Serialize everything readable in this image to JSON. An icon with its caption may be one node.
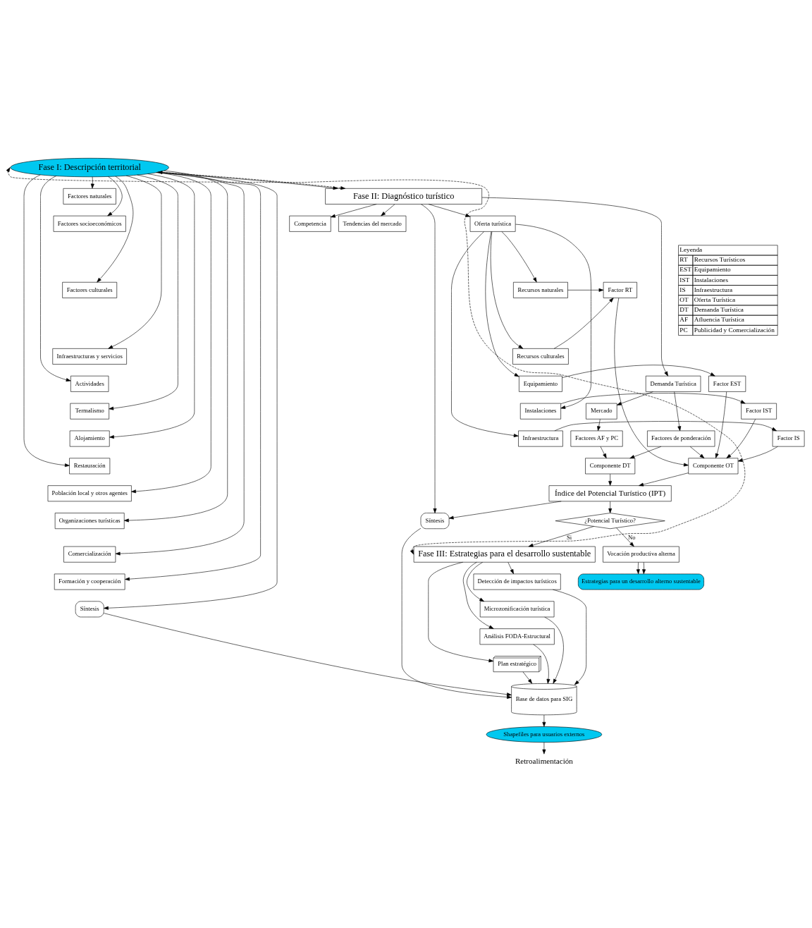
{
  "diagram": {
    "nodes": [
      {
        "text": [
          "Fase I: Descripción territorial"
        ]
      },
      {
        "text": [
          "Factores naturales"
        ]
      },
      {
        "text": [
          "Factores socioeconómicos"
        ]
      },
      {
        "text": [
          "Factores culturales"
        ]
      },
      {
        "text": [
          "Infraestructuras y servicios"
        ]
      },
      {
        "text": [
          "Actividades"
        ]
      },
      {
        "text": [
          "Termalismo"
        ]
      },
      {
        "text": [
          "Alojamiento"
        ]
      },
      {
        "text": [
          "Restauración"
        ]
      },
      {
        "text": [
          "Población local y otros agentes"
        ]
      },
      {
        "text": [
          "Organizaciones turísticas"
        ]
      },
      {
        "text": [
          "Comercialización"
        ]
      },
      {
        "text": [
          "Formación y cooperación"
        ]
      },
      {
        "text": [
          "Síntesis"
        ]
      },
      {
        "text": [
          "Fase II: Diagnóstico turístico"
        ]
      },
      {
        "text": [
          "Oferta turística"
        ]
      },
      {
        "text": [
          "Recursos naturales"
        ]
      },
      {
        "text": [
          "Recursos culturales"
        ]
      },
      {
        "text": [
          "Equipamiento"
        ]
      },
      {
        "text": [
          "Instalaciones"
        ]
      },
      {
        "text": [
          "Infraestructura"
        ]
      },
      {
        "text": [
          "Factor RT"
        ]
      },
      {
        "text": [
          "Factor EST"
        ]
      },
      {
        "text": [
          "Factor IST"
        ]
      },
      {
        "text": [
          "Factor IS"
        ]
      },
      {
        "text": [
          "Componente OT"
        ]
      },
      {
        "text": [
          "Demanda Turística"
        ]
      },
      {
        "text": [
          "Factores de ponderación"
        ]
      },
      {
        "text": [
          "Mercado"
        ]
      },
      {
        "text": [
          "Factores AF y PC"
        ]
      },
      {
        "text": [
          "Componente DT"
        ]
      },
      {
        "text": [
          "Competencia"
        ]
      },
      {
        "text": [
          "Tendencias del mercado"
        ]
      },
      {
        "text": [
          "Índice del Potencial Turístico (IPT)"
        ]
      },
      {
        "text": [
          "Síntesis"
        ]
      },
      {
        "text": [
          "¿Potencial Turístico?"
        ]
      },
      {
        "text": [
          "Fase III: Estrategias para el desarrollo sustentable"
        ]
      },
      {
        "text": [
          "Detección de impactos turísticos"
        ]
      },
      {
        "text": [
          "Microzonificación turística"
        ]
      },
      {
        "text": [
          "Análisis FODA-Estructural"
        ]
      },
      {
        "text": [
          "Plan estratégico"
        ]
      },
      {
        "text": [
          "Base de datos para SIG"
        ]
      },
      {
        "text": [
          "Shapefiles para usuarios externos"
        ]
      },
      {
        "text": [
          "Retroalimentación"
        ]
      },
      {
        "text": [
          "Vocación productiva alterna"
        ]
      },
      {
        "text": [
          "Estrategias para un desarrollo alterno sustentable"
        ]
      }
    ],
    "edges": [
      {
        "from": 0,
        "to": 14,
        "arrow": "to"
      },
      {
        "from": 14,
        "to": 0,
        "arrow": "both",
        "style": "dashed"
      },
      {
        "from": 36,
        "to": 0,
        "arrow": "both",
        "style": "dashed"
      },
      {
        "from": 0,
        "to": 1,
        "arrow": "to"
      },
      {
        "from": 0,
        "to": 2,
        "arrow": "to"
      },
      {
        "from": 0,
        "to": 3,
        "arrow": "to"
      },
      {
        "from": 0,
        "to": 4,
        "arrow": "to"
      },
      {
        "from": 0,
        "to": 5,
        "arrow": "to"
      },
      {
        "from": 0,
        "to": 6,
        "arrow": "to"
      },
      {
        "from": 0,
        "to": 7,
        "arrow": "to"
      },
      {
        "from": 0,
        "to": 8,
        "arrow": "to"
      },
      {
        "from": 0,
        "to": 9,
        "arrow": "to"
      },
      {
        "from": 0,
        "to": 10,
        "arrow": "to"
      },
      {
        "from": 0,
        "to": 11,
        "arrow": "to"
      },
      {
        "from": 0,
        "to": 12,
        "arrow": "to"
      },
      {
        "from": 0,
        "to": 13,
        "arrow": "to"
      },
      {
        "from": 14,
        "to": 15,
        "arrow": "to"
      },
      {
        "from": 14,
        "to": 26,
        "arrow": "to"
      },
      {
        "from": 14,
        "to": 31,
        "arrow": "to"
      },
      {
        "from": 14,
        "to": 32,
        "arrow": "to"
      },
      {
        "from": 14,
        "to": 34,
        "arrow": "to"
      },
      {
        "from": 15,
        "to": 16,
        "arrow": "to"
      },
      {
        "from": 15,
        "to": 17,
        "arrow": "to"
      },
      {
        "from": 15,
        "to": 18,
        "arrow": "to"
      },
      {
        "from": 15,
        "to": 19,
        "arrow": "to"
      },
      {
        "from": 15,
        "to": 20,
        "arrow": "to"
      },
      {
        "from": 16,
        "to": 21,
        "arrow": "to"
      },
      {
        "from": 17,
        "to": 21,
        "arrow": "to"
      },
      {
        "from": 18,
        "to": 22,
        "arrow": "to"
      },
      {
        "from": 19,
        "to": 23,
        "arrow": "to"
      },
      {
        "from": 20,
        "to": 24,
        "arrow": "to"
      },
      {
        "from": 21,
        "to": 25,
        "arrow": "to"
      },
      {
        "from": 22,
        "to": 25,
        "arrow": "to"
      },
      {
        "from": 23,
        "to": 25,
        "arrow": "to"
      },
      {
        "from": 24,
        "to": 25,
        "arrow": "to"
      },
      {
        "from": 26,
        "to": 27,
        "arrow": "to"
      },
      {
        "from": 27,
        "to": 25,
        "arrow": "to"
      },
      {
        "from": 26,
        "to": 28,
        "arrow": "to"
      },
      {
        "from": 28,
        "to": 29,
        "arrow": "to"
      },
      {
        "from": 29,
        "to": 30,
        "arrow": "to"
      },
      {
        "from": 27,
        "to": 30,
        "arrow": "to"
      },
      {
        "from": 25,
        "to": 33,
        "arrow": "to"
      },
      {
        "from": 30,
        "to": 33,
        "arrow": "to"
      },
      {
        "from": 33,
        "to": 34,
        "arrow": "to"
      },
      {
        "from": 33,
        "to": 35,
        "arrow": "to"
      },
      {
        "from": 13,
        "to": 41,
        "arrow": "to"
      },
      {
        "from": 34,
        "to": 41,
        "arrow": "to"
      },
      {
        "from": 35,
        "to": 36,
        "label": "Si",
        "arrow": "to"
      },
      {
        "from": 35,
        "to": 44,
        "label": "No",
        "arrow": "to"
      },
      {
        "from": 36,
        "to": 37,
        "arrow": "to"
      },
      {
        "from": 36,
        "to": 38,
        "arrow": "to"
      },
      {
        "from": 36,
        "to": 39,
        "arrow": "to"
      },
      {
        "from": 36,
        "to": 40,
        "arrow": "to"
      },
      {
        "from": 37,
        "to": 41,
        "arrow": "to"
      },
      {
        "from": 38,
        "to": 41,
        "arrow": "to"
      },
      {
        "from": 39,
        "to": 41,
        "arrow": "to"
      },
      {
        "from": 40,
        "to": 41,
        "arrow": "to"
      },
      {
        "from": 41,
        "to": 42,
        "arrow": "to"
      },
      {
        "from": 42,
        "to": 43,
        "arrow": "to"
      },
      {
        "from": 44,
        "to": 45,
        "arrow": "to"
      },
      {
        "from": 44,
        "to": 45,
        "arrow": "to"
      }
    ],
    "labels": [
      "Leyenda",
      "RT",
      "Recursos Turísticos",
      "EST",
      "Equipamiento",
      "IST",
      "Instalaciones",
      "IS",
      "Infraestructura",
      "OT",
      "Oferta Turística",
      "DT",
      "Demanda Turística",
      "AF",
      "Afluencia Turística",
      "PC",
      "Publicidad y Comercialización"
    ]
  }
}
